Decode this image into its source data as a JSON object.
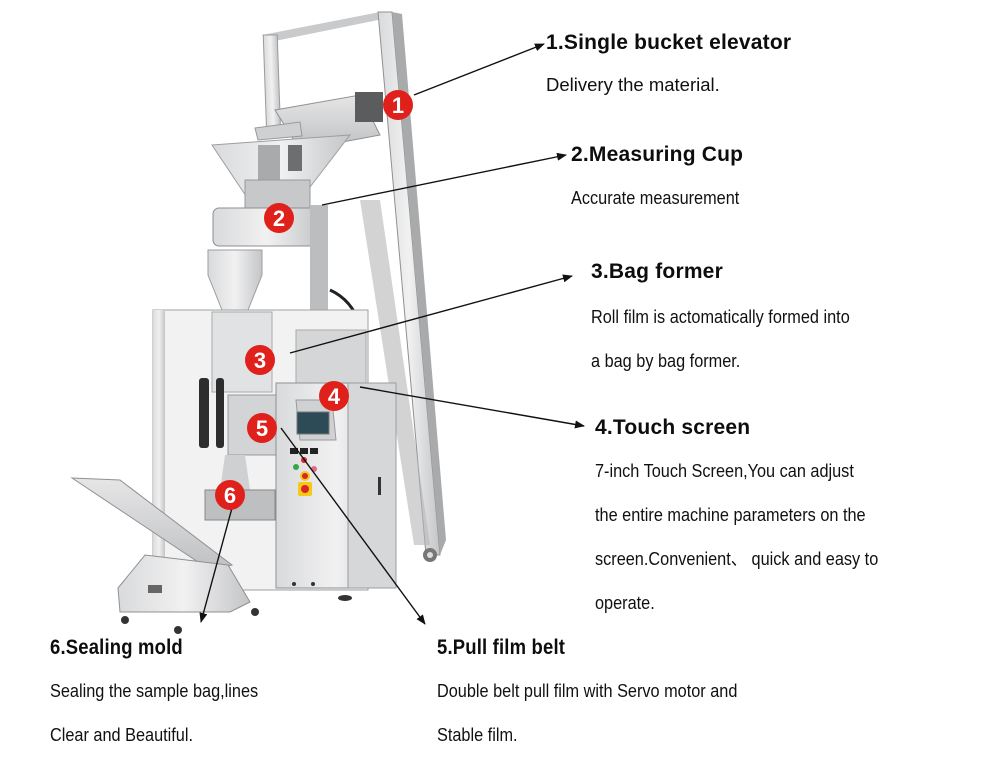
{
  "diagram": {
    "subject": "Vertical packaging machine with measuring cup filler",
    "marker_color": "#e0201b",
    "marker_text_color": "#ffffff",
    "callouts": [
      {
        "number": "1",
        "title": "1.Single bucket elevator",
        "lines": [
          "Delivery the material."
        ]
      },
      {
        "number": "2",
        "title": "2.Measuring Cup",
        "lines": [
          "Accurate measurement"
        ]
      },
      {
        "number": "3",
        "title": "3.Bag former",
        "lines": [
          "Roll film is actomatically formed into",
          "a bag by bag former."
        ]
      },
      {
        "number": "4",
        "title": "4.Touch screen",
        "lines": [
          "7-inch Touch Screen,You can adjust",
          "the entire machine parameters on the",
          "screen.Convenient、 quick and easy to",
          "operate."
        ]
      },
      {
        "number": "5",
        "title": "5.Pull film belt",
        "lines": [
          "Double belt pull film with Servo motor and",
          "Stable film."
        ]
      },
      {
        "number": "6",
        "title": "6.Sealing mold",
        "lines": [
          "Sealing the sample bag,lines",
          "Clear and Beautiful."
        ]
      }
    ]
  }
}
